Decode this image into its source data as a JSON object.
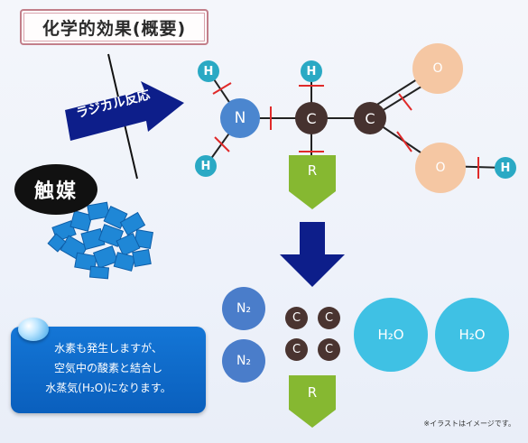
{
  "title": "化学的効果(概要)",
  "radical_label": "ラジカル反応",
  "catalyst_label": "触媒",
  "molecule": {
    "h_label": "H",
    "n_label": "N",
    "c_label": "C",
    "o_label": "O",
    "r_label": "R"
  },
  "products": {
    "n2_label": "N₂",
    "c_label": "C",
    "h2o_label": "H₂O",
    "r_label": "R"
  },
  "note": {
    "line1": "水素も発生しますが、",
    "line2": "空気中の酸素と結合し",
    "line3": "水蒸気(H₂O)になります。"
  },
  "footnote": "※イラストはイメージです。",
  "colors": {
    "hydrogen": "#2aa9c4",
    "nitrogen": "#4b86cf",
    "carbon": "#46322f",
    "oxygen": "#f5c7a3",
    "water": "#3fc1e4",
    "r_group": "#86b831",
    "arrow": "#0d1e8a",
    "bond_break": "#e02a2a",
    "catalyst_particles": "#1f87d6"
  }
}
